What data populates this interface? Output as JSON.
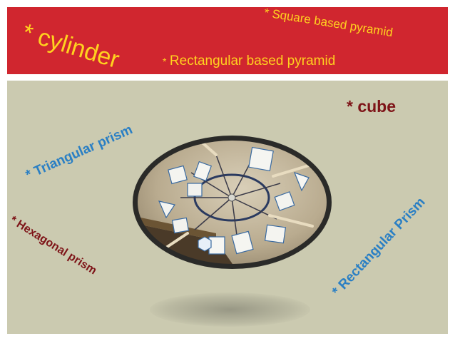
{
  "labels": {
    "cylinder": "* cylinder",
    "square_pyramid": "* Square based pyramid",
    "rect_pyramid_star": "*",
    "rect_pyramid": "Rectangular based pyramid",
    "cube": "* cube",
    "triangular_prism": "* Triangular prism",
    "hexagonal_prism": "* Hexagonal prism",
    "rectangular_prism": "* Rectangular Prism"
  },
  "colors": {
    "banner": "#d0262f",
    "panel": "#cbcab0",
    "yellow_text": "#ffd21f",
    "blue_text": "#2a7fc4",
    "maroon_text": "#7e1418",
    "photo_frame": "#2a2a28"
  },
  "photo": {
    "subject": "hanging mobile with paper 3D shapes"
  }
}
